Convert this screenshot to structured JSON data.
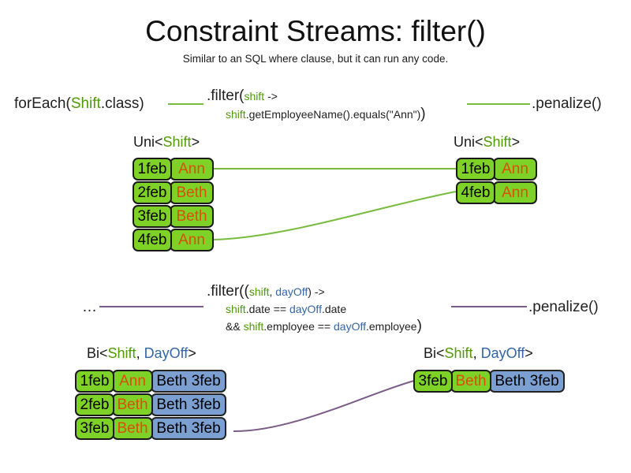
{
  "slide": {
    "title": "Constraint Streams: filter()",
    "subtitle": "Similar to an SQL where clause, but it can run any code."
  },
  "pipelines": [
    {
      "name": "uni-filter-pipeline",
      "source_label": "forEach(",
      "source_type": "Shift",
      "source_suffix": ".class)",
      "filter_line1_prefix": ".filter(",
      "filter_line1_param": "shift",
      "filter_line1_suffix": " ->",
      "filter_line2_var": "shift",
      "filter_line2_body": ".getEmployeeName().equals(\"Ann\")",
      "filter_close_paren": ")",
      "sink_label": ".penalize()",
      "link_color": "#77bc3e"
    },
    {
      "name": "bi-filter-pipeline",
      "source_label": "…",
      "filter_line1_prefix": ".filter((",
      "filter_line1_param_a": "shift",
      "filter_line1_comma": ", ",
      "filter_line1_param_b": "dayOff",
      "filter_line1_suffix": ") ->",
      "filter_line2_var_a": "shift",
      "filter_line2_mid": ".date == ",
      "filter_line2_var_b": "dayOff",
      "filter_line2_end": ".date",
      "filter_line3_prefix": "&& ",
      "filter_line3_var_a": "shift",
      "filter_line3_mid": ".employee == ",
      "filter_line3_var_b": "dayOff",
      "filter_line3_end": ".employee",
      "filter_close_paren": ")",
      "sink_label": ".penalize()",
      "link_color": "#7a5c87"
    }
  ],
  "streams": {
    "uni_in": {
      "caption_prefix": "Uni<",
      "caption_type": "Shift",
      "caption_suffix": ">",
      "rows": [
        {
          "date": "1feb",
          "employee": "Ann"
        },
        {
          "date": "2feb",
          "employee": "Beth"
        },
        {
          "date": "3feb",
          "employee": "Beth"
        },
        {
          "date": "4feb",
          "employee": "Ann"
        }
      ]
    },
    "uni_out": {
      "caption_prefix": "Uni<",
      "caption_type": "Shift",
      "caption_suffix": ">",
      "rows": [
        {
          "date": "1feb",
          "employee": "Ann"
        },
        {
          "date": "4feb",
          "employee": "Ann"
        }
      ]
    },
    "bi_in": {
      "caption_prefix": "Bi<",
      "caption_type_a": "Shift",
      "caption_comma": ", ",
      "caption_type_b": "DayOff",
      "caption_suffix": ">",
      "rows": [
        {
          "date": "1feb",
          "employee": "Ann",
          "dayoff": "Beth 3feb"
        },
        {
          "date": "2feb",
          "employee": "Beth",
          "dayoff": "Beth 3feb"
        },
        {
          "date": "3feb",
          "employee": "Beth",
          "dayoff": "Beth 3feb"
        }
      ]
    },
    "bi_out": {
      "caption_prefix": "Bi<",
      "caption_type_a": "Shift",
      "caption_comma": ", ",
      "caption_type_b": "DayOff",
      "caption_suffix": ">",
      "rows": [
        {
          "date": "3feb",
          "employee": "Beth",
          "dayoff": "Beth 3feb"
        }
      ]
    }
  },
  "colors": {
    "shift_green": "#7ed227",
    "dayoff_blue": "#7a9fd0",
    "employee_orange": "#d94f0a",
    "keyword_green": "#4e9a06",
    "keyword_blue": "#3465a4",
    "link_green": "#77bc3e",
    "link_purple": "#7a5c87"
  }
}
